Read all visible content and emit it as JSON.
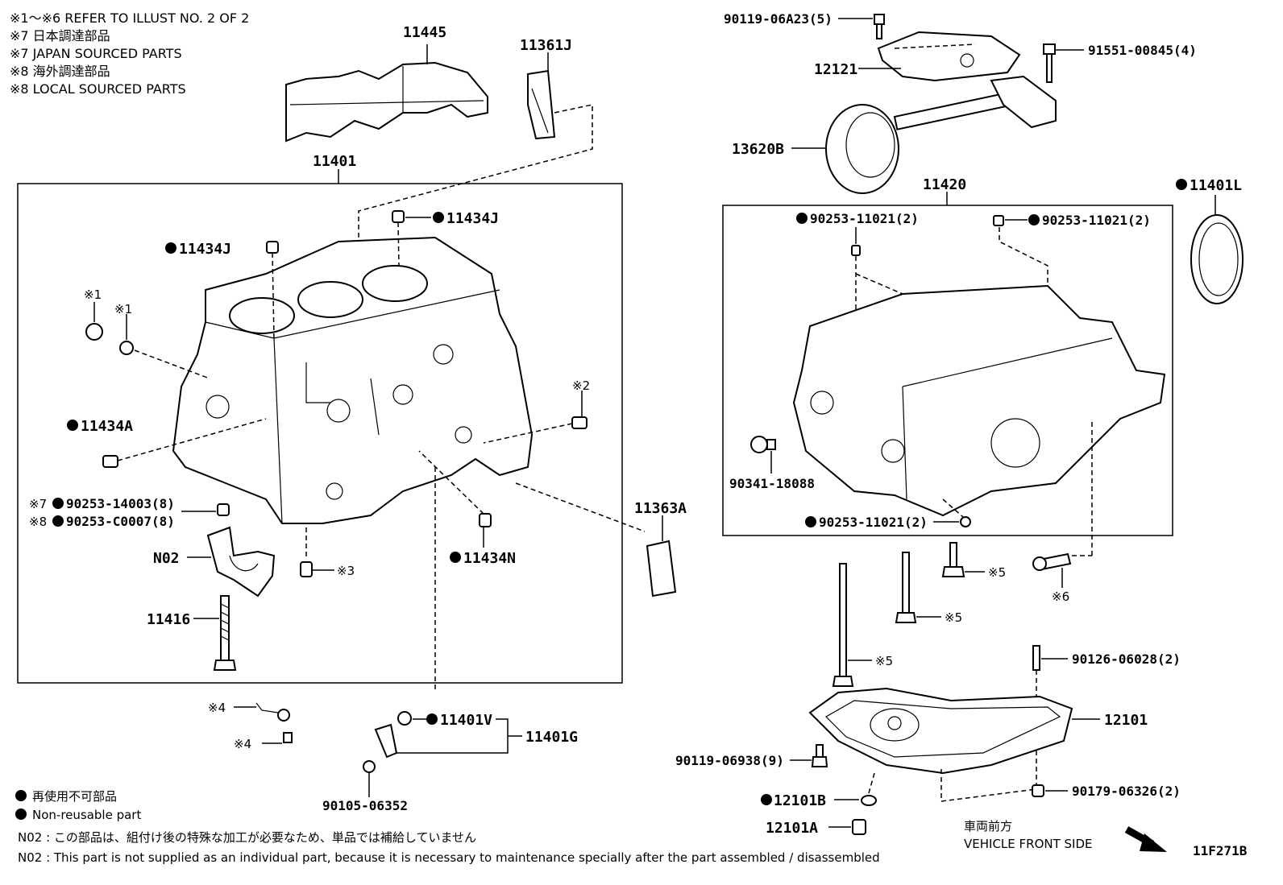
{
  "notes": [
    "※1～※6  REFER TO ILLUST NO. 2 OF 2",
    "※7 日本調達部品",
    "※7 JAPAN SOURCED PARTS",
    "※8 海外調達部品",
    "※8 LOCAL SOURCED PARTS"
  ],
  "legend": {
    "jp": "再使用不可部品",
    "en": "Non-reusable part"
  },
  "footnotes": {
    "jp": "N02 : この部品は、組付け後の特殊な加工が必要なため、単品では補給していません",
    "en": "N02 : This part is not supplied as an individual part, because it is necessary to maintenance specially after the part assembled / disassembled"
  },
  "front_side": {
    "jp": "車両前方",
    "en": "VEHICLE FRONT SIDE"
  },
  "illustration_id": "11F271B",
  "labels": {
    "p11445": "11445",
    "p11361J": "11361J",
    "p11401": "11401",
    "p11434J_a": "11434J",
    "p11434J_b": "11434J",
    "ref1a": "※1",
    "ref1b": "※1",
    "ref2": "※2",
    "ref3": "※3",
    "ref4a": "※4",
    "ref4b": "※4",
    "ref5a": "※5",
    "ref5b": "※5",
    "ref5c": "※5",
    "ref6": "※6",
    "p11434A": "11434A",
    "p90253_14003": "90253-14003(8)",
    "p90253_C0007": "90253-C0007(8)",
    "ref7": "※7",
    "ref8": "※8",
    "pN02": "N02",
    "p11416": "11416",
    "p11434N": "11434N",
    "p11363A": "11363A",
    "p11401V": "11401V",
    "p11401G": "11401G",
    "p90105": "90105-06352",
    "p90119_06A23": "90119-06A23(5)",
    "p91551": "91551-00845(4)",
    "p12121": "12121",
    "p13620B": "13620B",
    "p11420": "11420",
    "p11401L": "11401L",
    "p90253_11021_a": "90253-11021(2)",
    "p90253_11021_b": "90253-11021(2)",
    "p90253_11021_c": "90253-11021(2)",
    "p90341": "90341-18088",
    "p90126": "90126-06028(2)",
    "p12101": "12101",
    "p90119_06938": "90119-06938(9)",
    "p12101B": "12101B",
    "p12101A": "12101A",
    "p90179": "90179-06326(2)"
  }
}
